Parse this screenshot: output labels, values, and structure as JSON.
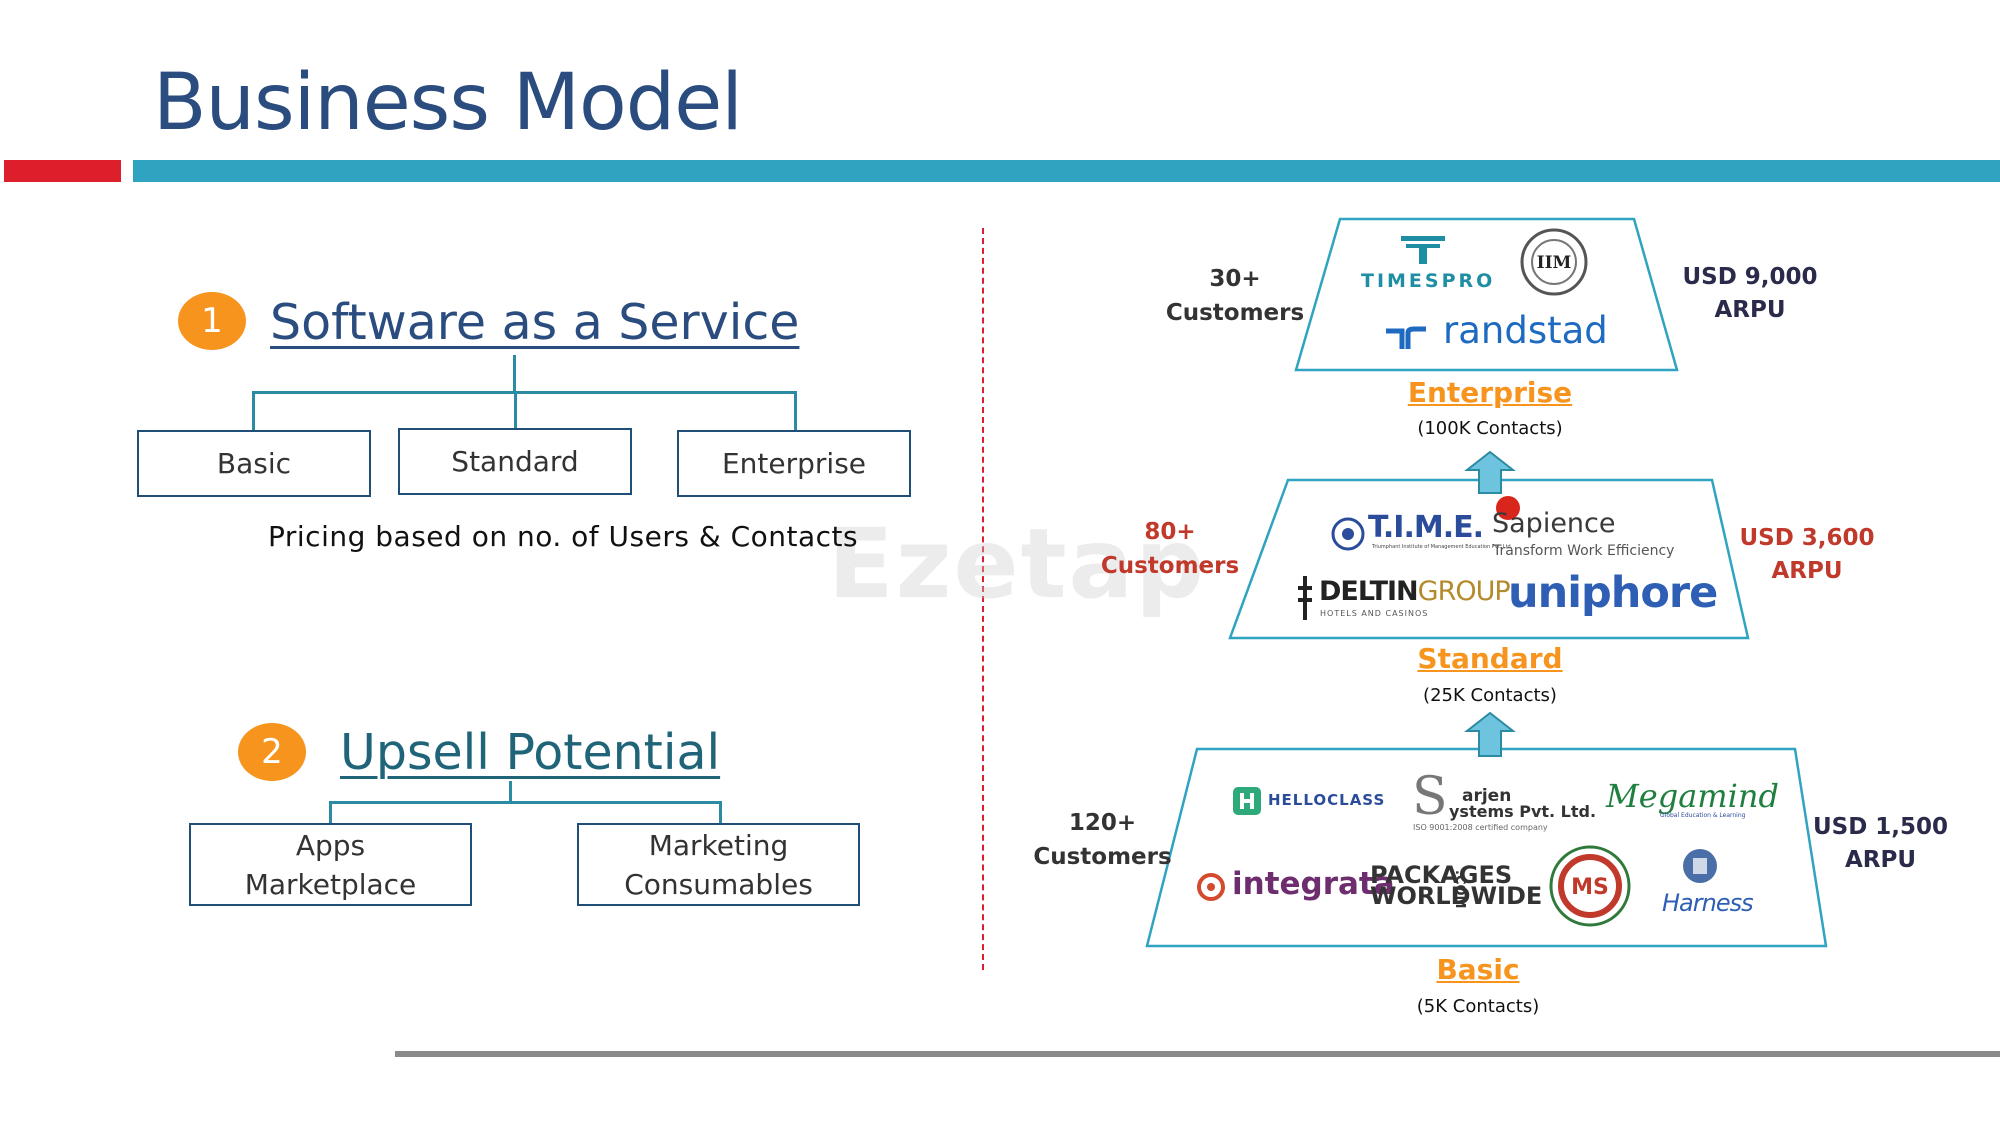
{
  "title": "Business Model",
  "saas": {
    "number": "1",
    "heading": "Software as a Service",
    "plans": [
      "Basic",
      "Standard",
      "Enterprise"
    ],
    "note": "Pricing based on no. of Users & Contacts"
  },
  "upsell": {
    "number": "2",
    "heading": "Upsell Potential",
    "items": [
      {
        "line1": "Apps",
        "line2": "Marketplace"
      },
      {
        "line1": "Marketing",
        "line2": "Consumables"
      }
    ]
  },
  "watermark": "Ezetap",
  "pyramid": {
    "enterprise": {
      "customers_count": "30+",
      "customers_label": "Customers",
      "arpu_value": "USD 9,000",
      "arpu_label": "ARPU",
      "tier": "Enterprise",
      "contacts": "(100K Contacts)",
      "logos": {
        "timespro": "TIMESPRO",
        "randstad": "randstad",
        "iim": "IIM"
      }
    },
    "standard": {
      "customers_count": "80+",
      "customers_label": "Customers",
      "arpu_value": "USD 3,600",
      "arpu_label": "ARPU",
      "tier": "Standard",
      "contacts": "(25K Contacts)",
      "logos": {
        "time": "T.I.M.E.",
        "time_sub": "Triumphant Institute of Management Education Pvt. Ltd.",
        "sapience": "Sapience",
        "sapience_sub": "Transform Work Efficiency",
        "deltin": "DELTIN",
        "deltin2": "GROUP",
        "deltin_sub": "HOTELS AND CASINOS",
        "uniphore": "uniphore"
      }
    },
    "basic": {
      "customers_count": "120+",
      "customers_label": "Customers",
      "arpu_value": "USD 1,500",
      "arpu_label": "ARPU",
      "tier": "Basic",
      "contacts": "(5K Contacts)",
      "logos": {
        "helloclass": "HELLOCLASS",
        "sarjen": "arjen",
        "sarjen2": "ystems Pvt. Ltd.",
        "sarjen_sub": "ISO 9001:2008 certified company",
        "megamind": "Megamind",
        "megamind_sub": "Global Education & Learning",
        "integrata": "integrata",
        "packages1": "PACKAGES",
        "packages2": "WORLDWIDE",
        "packages3": ".COM",
        "ms": "MS",
        "harness": "Harness"
      }
    }
  },
  "colors": {
    "title": "#2b4c7e",
    "accent_red": "#dc1f2b",
    "accent_teal": "#2fa3c0",
    "orange": "#f7941d",
    "box_border": "#1f4e79",
    "arrow": "#6ec3df"
  }
}
